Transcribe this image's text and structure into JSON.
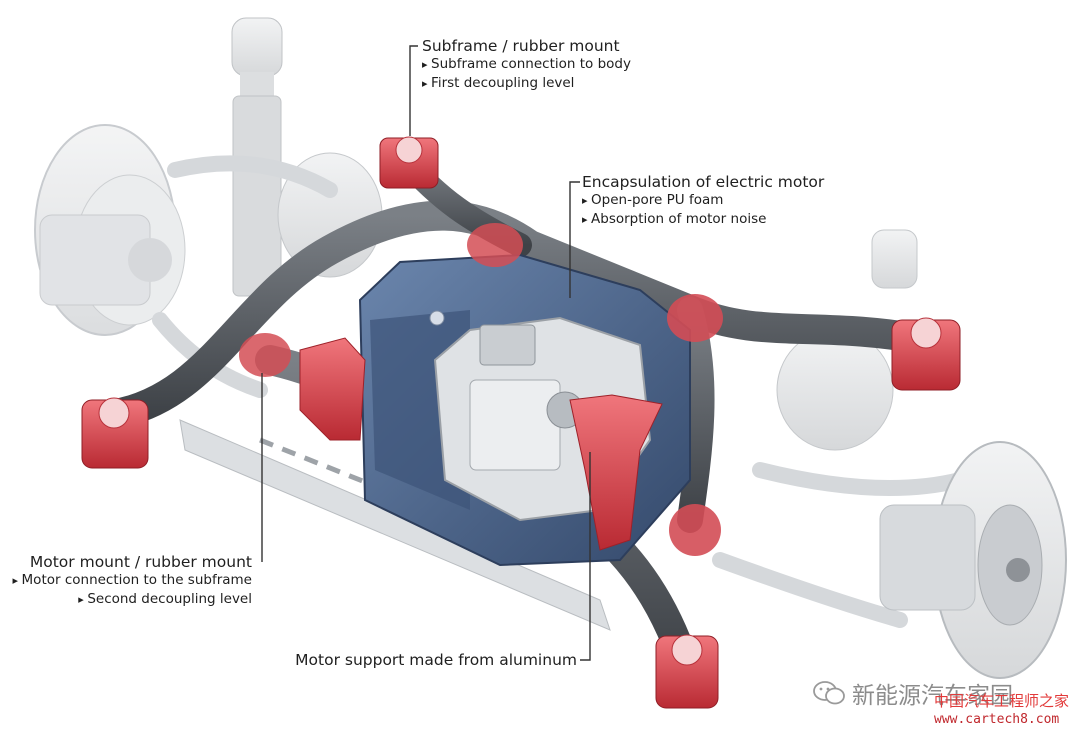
{
  "callouts": {
    "subframe": {
      "title": "Subframe / rubber mount",
      "bullets": [
        "Subframe connection to body",
        "First decoupling level"
      ]
    },
    "encapsulation": {
      "title": "Encapsulation of electric motor",
      "bullets": [
        "Open-pore PU foam",
        "Absorption of motor noise"
      ]
    },
    "motor_mount": {
      "title": "Motor mount / rubber mount",
      "bullets": [
        "Motor connection to the subframe",
        "Second decoupling level"
      ]
    },
    "motor_support": {
      "title": "Motor support made from aluminum"
    }
  },
  "watermark": {
    "channel": "新能源汽车家园",
    "site_name": "中国汽车工程师之家",
    "url": "www.cartech8.com"
  },
  "colors": {
    "rubber_mount": "#d8434b",
    "subframe": "#5a5e63",
    "encapsulation": "#4a6287",
    "ghost_parts": "#e4e6e8"
  }
}
